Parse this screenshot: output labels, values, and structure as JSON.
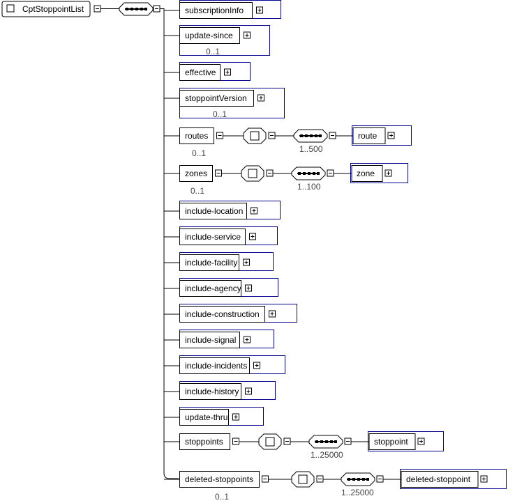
{
  "root": {
    "label": "CptStoppointList"
  },
  "elements": [
    {
      "label": "subscriptionInfo"
    },
    {
      "label": "update-since",
      "card": "0..1"
    },
    {
      "label": "effective"
    },
    {
      "label": "stoppointVersion",
      "card": "0..1"
    },
    {
      "label": "routes",
      "card": "0..1",
      "seq_card": "1..500",
      "child": "route"
    },
    {
      "label": "zones",
      "card": "0..1",
      "seq_card": "1..100",
      "child": "zone"
    },
    {
      "label": "include-location"
    },
    {
      "label": "include-service"
    },
    {
      "label": "include-facility"
    },
    {
      "label": "include-agency"
    },
    {
      "label": "include-construction"
    },
    {
      "label": "include-signal"
    },
    {
      "label": "include-incidents"
    },
    {
      "label": "include-history"
    },
    {
      "label": "update-thru"
    },
    {
      "label": "stoppoints",
      "seq_card": "1..25000",
      "child": "stoppoint"
    },
    {
      "label": "deleted-stoppoints",
      "card": "0..1",
      "seq_card": "1..25000",
      "child": "deleted-stoppoint"
    }
  ],
  "colors": {
    "line": "#000000",
    "box_border": "#000000",
    "outer_border": "#00008b",
    "card_text": "#444444"
  },
  "icons": {
    "expand": "plus-box-icon",
    "collapse": "minus-box-icon",
    "sequence": "sequence-compositor-icon",
    "choice": "choice-compositor-icon"
  }
}
